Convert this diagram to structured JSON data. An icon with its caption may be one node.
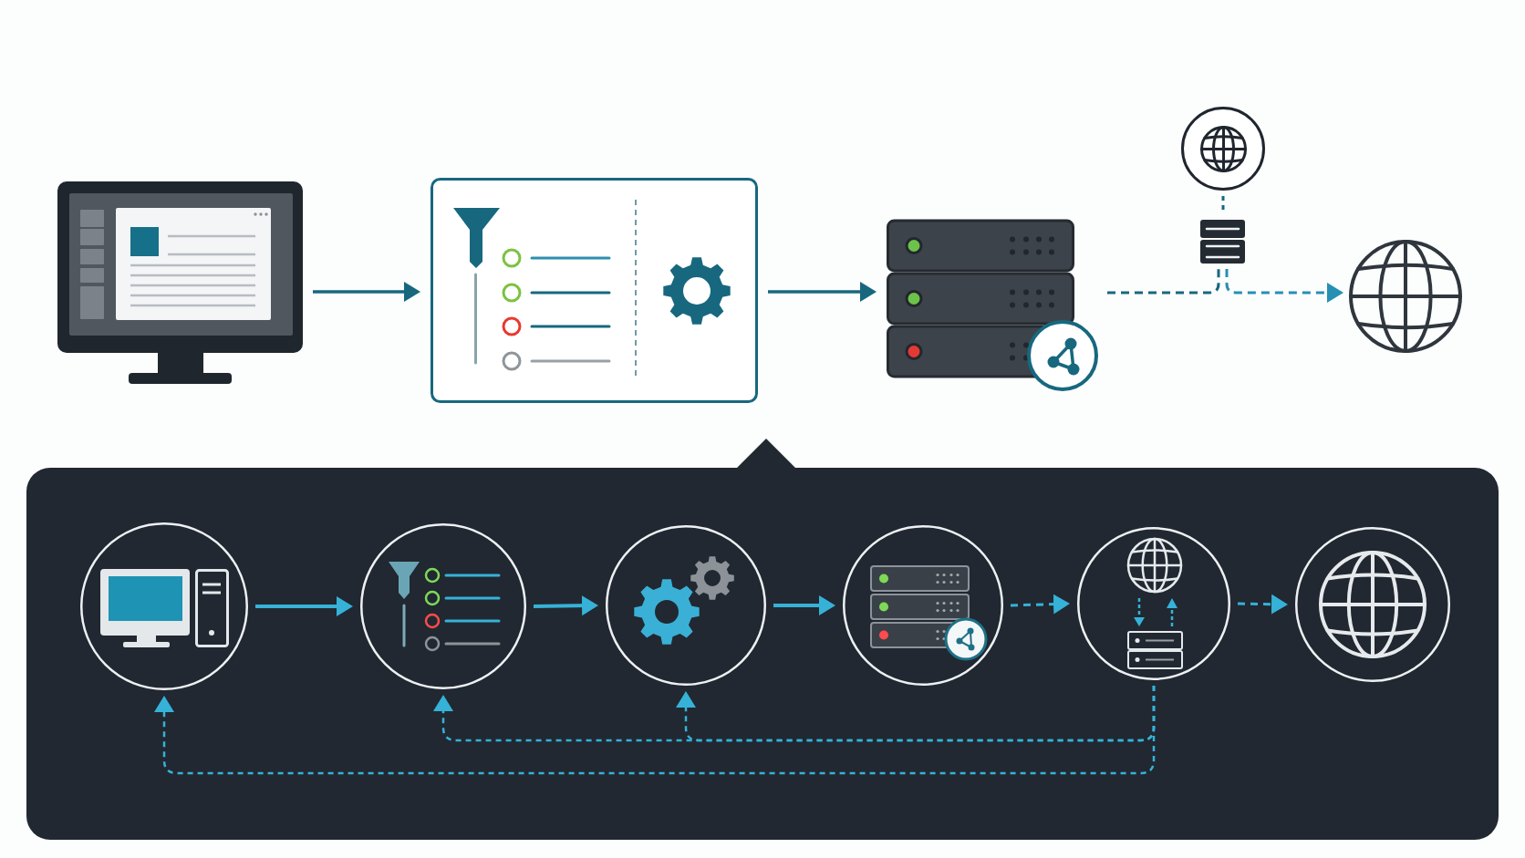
{
  "diagram": {
    "nodes": [
      {
        "text": [],
        "shape": "picture"
      },
      {
        "text": [],
        "shape": "box"
      },
      {
        "text": [],
        "shape": "picture"
      },
      {
        "text": [],
        "shape": "circle"
      },
      {
        "text": [],
        "shape": "picture"
      },
      {
        "text": [],
        "shape": "picture"
      },
      {
        "text": [],
        "shape": "box"
      },
      {
        "text": [],
        "shape": "circle",
        "in": 6
      },
      {
        "text": [],
        "shape": "circle",
        "in": 6
      },
      {
        "text": [],
        "shape": "circle",
        "in": 6
      },
      {
        "text": [],
        "shape": "circle",
        "in": 6
      },
      {
        "text": [],
        "shape": "circle",
        "in": 6
      },
      {
        "text": [],
        "shape": "circle",
        "in": 6
      }
    ],
    "edges": [
      {
        "from": 0,
        "to": 1,
        "arrow": "to",
        "color": "#17687f"
      },
      {
        "from": 1,
        "to": 2,
        "arrow": "to",
        "color": "#17687f"
      },
      {
        "from": 2,
        "to": 4,
        "arrow": "none",
        "style": "dashed",
        "color": "#17687f"
      },
      {
        "from": 3,
        "to": 4,
        "arrow": "none",
        "style": "dashed",
        "color": "#17687f"
      },
      {
        "from": 4,
        "to": 5,
        "arrow": "to",
        "style": "dashed",
        "color": "#2590b3"
      },
      {
        "from": 7,
        "to": 8,
        "arrow": "to"
      },
      {
        "from": 8,
        "to": 9,
        "arrow": "to"
      },
      {
        "from": 9,
        "to": 10,
        "arrow": "to"
      },
      {
        "from": 10,
        "to": 11,
        "arrow": "to",
        "style": "dashed"
      },
      {
        "from": 11,
        "to": 12,
        "arrow": "to",
        "style": "dashed"
      },
      {
        "from": 11,
        "to": 7,
        "arrow": "to",
        "style": "dashed"
      },
      {
        "from": 11,
        "to": 8,
        "arrow": "to",
        "style": "dashed"
      },
      {
        "from": 11,
        "to": 9,
        "arrow": "to",
        "style": "dashed"
      }
    ]
  }
}
